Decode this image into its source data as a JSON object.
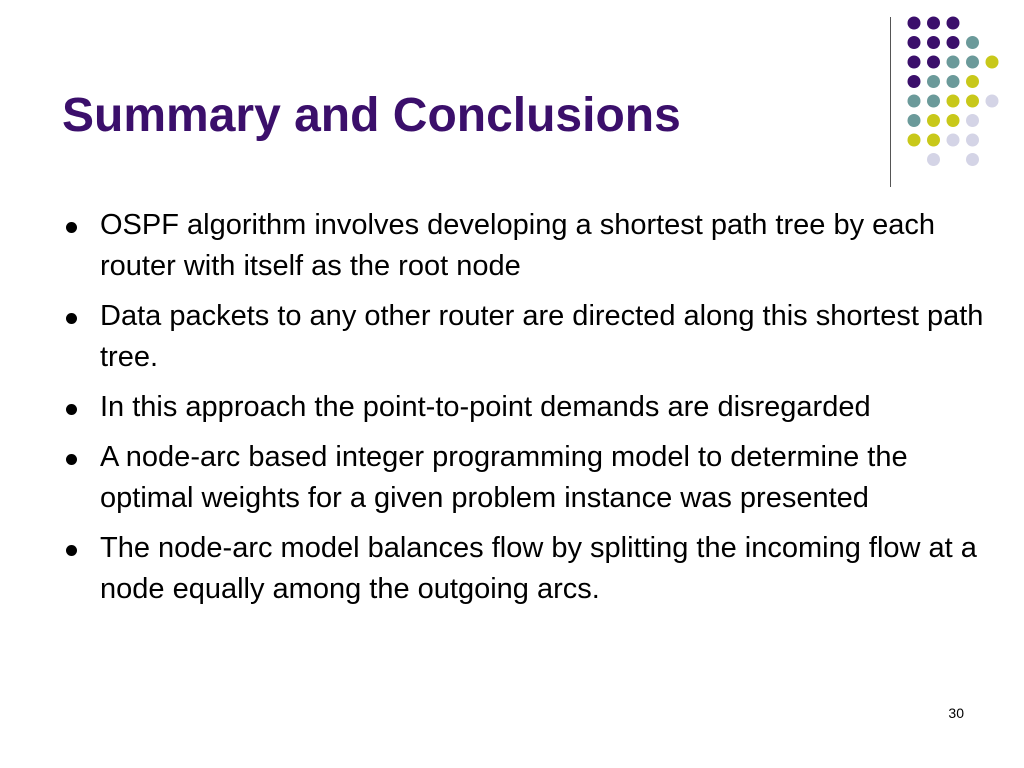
{
  "slide": {
    "title": "Summary and Conclusions",
    "bullets": [
      "OSPF algorithm involves developing a shortest path tree by each router with itself as the root node",
      "Data packets to any other router are directed along this shortest path tree.",
      "In this approach the point-to-point demands are disregarded",
      "A node-arc based integer programming model to determine the optimal weights for a given problem instance was presented",
      "The node-arc model balances flow by splitting the incoming flow at a node equally among the outgoing arcs."
    ],
    "page_number": "30"
  },
  "decoration": {
    "icon": "dot-grid-icon",
    "colors": {
      "purple": "#3b0f6b",
      "teal": "#6b9a9a",
      "yellow": "#c8c81a",
      "lavender": "#d4d4e6"
    },
    "rows": [
      [
        "purple",
        "purple",
        "purple",
        "",
        ""
      ],
      [
        "purple",
        "purple",
        "purple",
        "teal",
        ""
      ],
      [
        "purple",
        "purple",
        "teal",
        "teal",
        "yellow"
      ],
      [
        "purple",
        "teal",
        "teal",
        "yellow",
        ""
      ],
      [
        "teal",
        "teal",
        "yellow",
        "yellow",
        "lavender"
      ],
      [
        "teal",
        "yellow",
        "yellow",
        "lavender",
        ""
      ],
      [
        "yellow",
        "yellow",
        "lavender",
        "lavender",
        ""
      ],
      [
        "",
        "lavender",
        "",
        "lavender",
        ""
      ]
    ]
  }
}
